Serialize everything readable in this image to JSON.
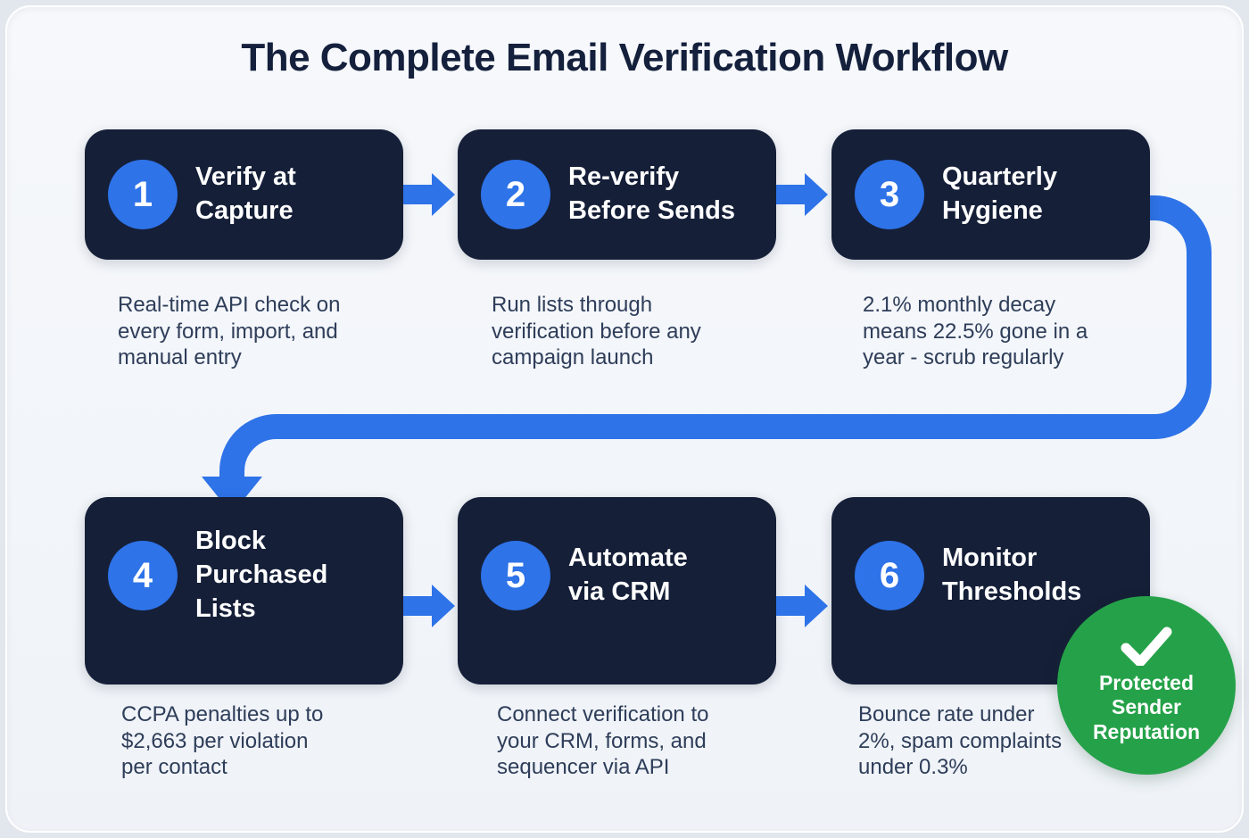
{
  "title": "The Complete Email Verification Workflow",
  "steps": [
    {
      "number": "1",
      "title": "Verify at\nCapture",
      "description": "Real-time API check on\nevery form, import, and\nmanual entry"
    },
    {
      "number": "2",
      "title": "Re-verify\nBefore Sends",
      "description": "Run lists through\nverification before any\ncampaign launch"
    },
    {
      "number": "3",
      "title": "Quarterly\nHygiene",
      "description": "2.1% monthly decay\nmeans 22.5% gone in a\nyear - scrub regularly"
    },
    {
      "number": "4",
      "title": "Block\nPurchased\nLists",
      "description": "CCPA penalties up to\n$2,663 per violation\nper contact"
    },
    {
      "number": "5",
      "title": "Automate\nvia CRM",
      "description": "Connect verification to\nyour CRM, forms, and\nsequencer via API"
    },
    {
      "number": "6",
      "title": "Monitor\nThresholds",
      "description": "Bounce rate under\n2%, spam complaints\nunder 0.3%"
    }
  ],
  "badge": {
    "icon": "check-icon",
    "text": "Protected\nSender\nReputation"
  },
  "colors": {
    "accent": "#2e73e8",
    "card": "#151f38",
    "green": "#25a249",
    "ink": "#14203c",
    "desc": "#2e3d59"
  }
}
